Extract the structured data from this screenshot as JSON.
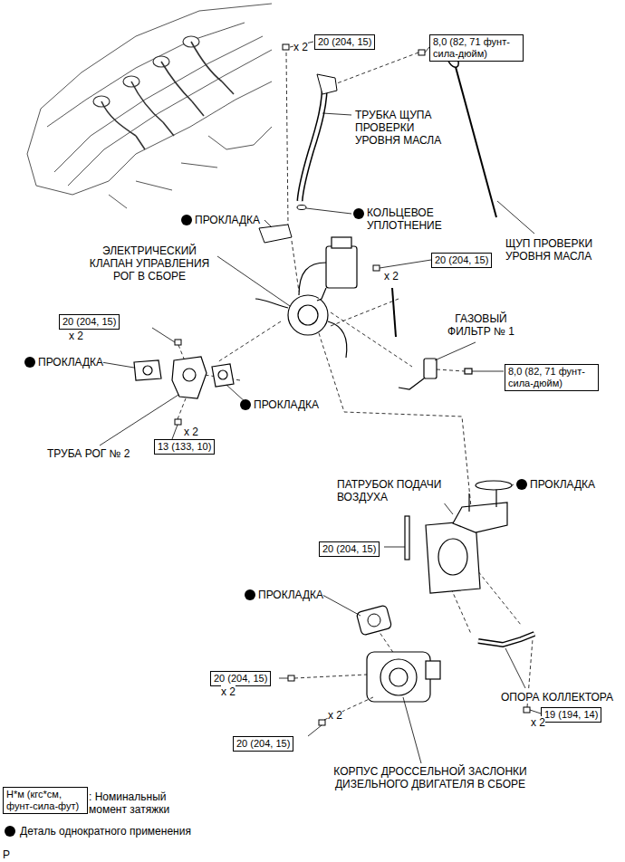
{
  "diagram": {
    "nodes": [
      {
        "text": [
          "20 (204, 15)"
        ]
      },
      {
        "text": [
          "8,0 (82, 71 фунт-сила-дюйм)"
        ]
      },
      {
        "text": [
          "20 (204, 15)"
        ]
      },
      {
        "text": [
          "20 (204, 15)"
        ]
      },
      {
        "text": [
          "8,0 (82, 71 фунт-сила-дюйм)"
        ]
      },
      {
        "text": [
          "13 (133, 10)"
        ]
      },
      {
        "text": [
          "20 (204, 15)"
        ]
      },
      {
        "text": [
          "19 (194, 14)"
        ]
      },
      {
        "text": [
          "20 (204, 15)"
        ]
      },
      {
        "text": [
          "20 (204, 15)"
        ]
      },
      {
        "text": [
          "Н*м (кгс*см, фунт-сила-фут)"
        ]
      }
    ],
    "labels": [
      "x 2",
      "ТРУБКА ЩУПА ПРОВЕРКИ УРОВНЯ МАСЛА",
      "КОЛЬЦЕВОЕ УПЛОТНЕНИЕ",
      "ПРОКЛАДКА",
      "ЩУП ПРОВЕРКИ УРОВНЯ МАСЛА",
      "ЭЛЕКТРИЧЕСКИЙ КЛАПАН УПРАВЛЕНИЯ РОГ В СБОРЕ",
      "x 2",
      "ГАЗОВЫЙ ФИЛЬТР № 1",
      "x 2",
      "ПРОКЛАДКА",
      "ПРОКЛАДКА",
      "x 2",
      "ТРУБА РОГ № 2",
      "ПАТРУБОК ПОДАЧИ ВОЗДУХА",
      "ПРОКЛАДКА",
      "ПРОКЛАДКА",
      "x 2",
      "ОПОРА КОЛЛЕКТОРА",
      "x 2",
      "x 2",
      "КОРПУС ДРОССЕЛЬНОЙ ЗАСЛОНКИ ДИЗЕЛЬНОГО ДВИГАТЕЛЯ В СБОРЕ",
      "Р"
    ],
    "legend": [
      {
        "text": ": Номинальный момент затяжки"
      },
      {
        "text": "Деталь однократного применения"
      }
    ]
  }
}
